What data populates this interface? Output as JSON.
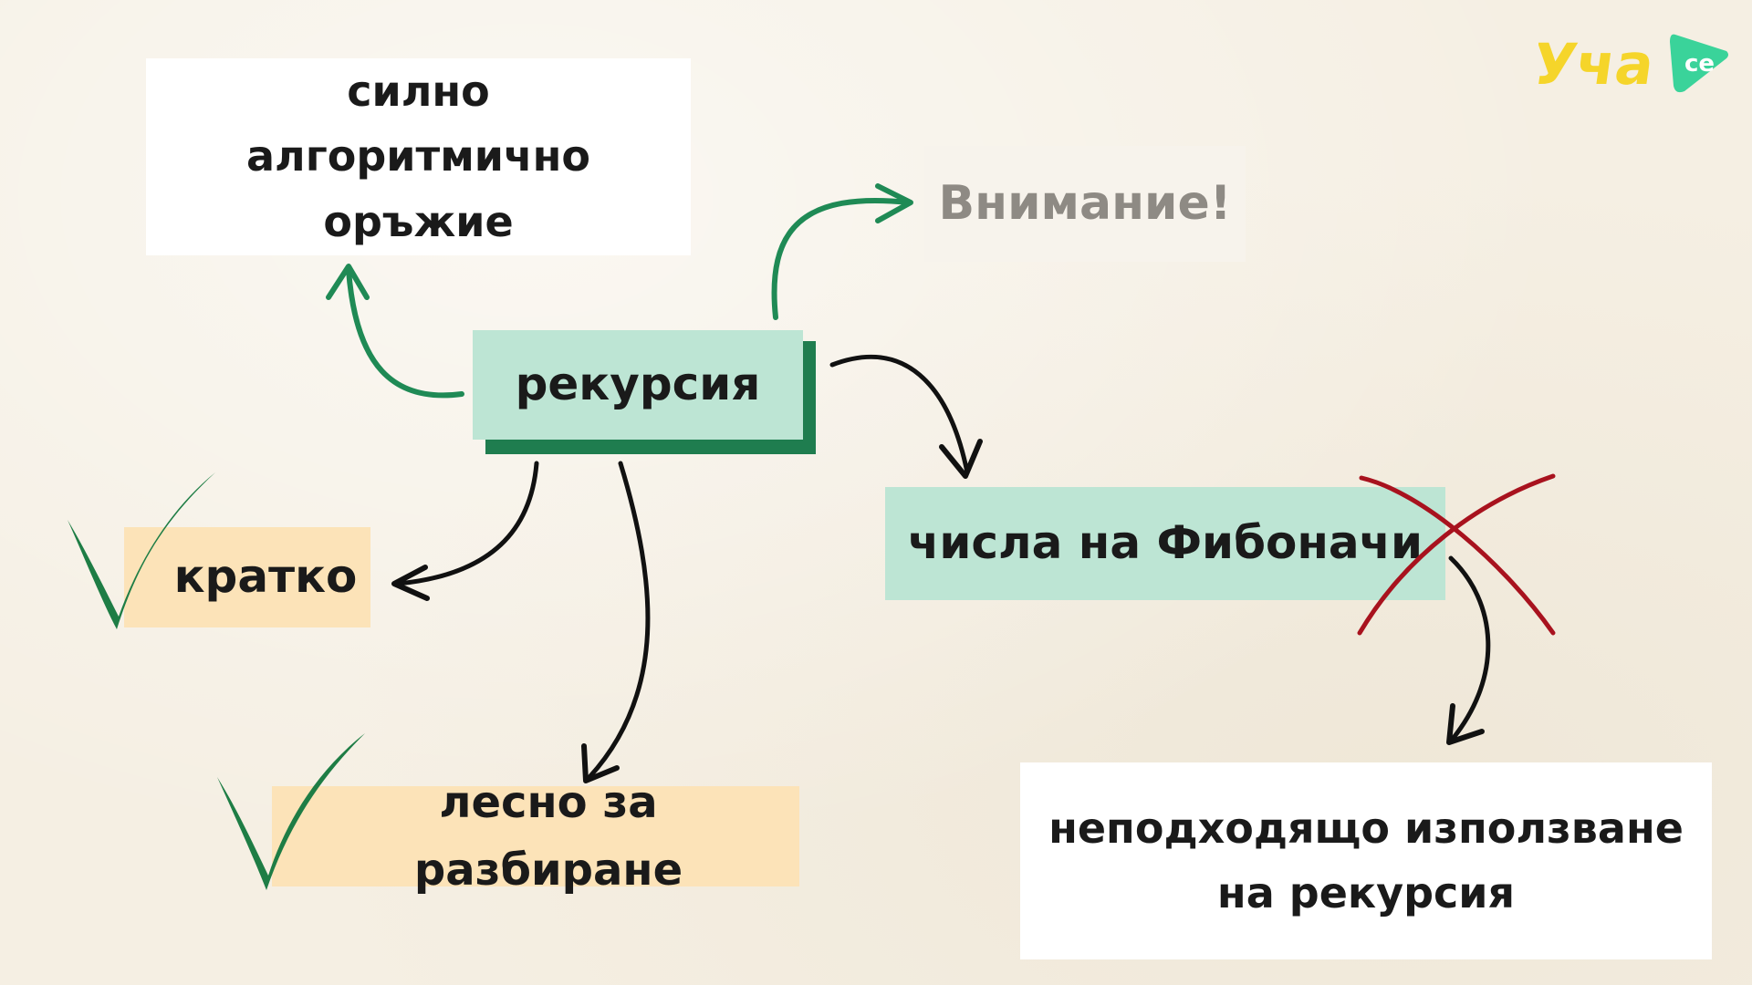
{
  "nodes": {
    "strong": "силно алгоритмично оръжие",
    "warning": "Внимание!",
    "recursion": "рекурсия",
    "fibonacci": "числа на Фибоначи",
    "short": "кратко",
    "easy": "лесно за разбиране",
    "inappropriate": "неподходящо използване на рекурсия"
  },
  "logo": {
    "main": "Уча",
    "suffix": "се"
  },
  "colors": {
    "green_arrow": "#1f8a55",
    "black_arrow": "#111111",
    "cross": "#a8121e",
    "check": "#1e7d45",
    "logo_yellow": "#f5d52a",
    "logo_green": "#3ad39a"
  }
}
